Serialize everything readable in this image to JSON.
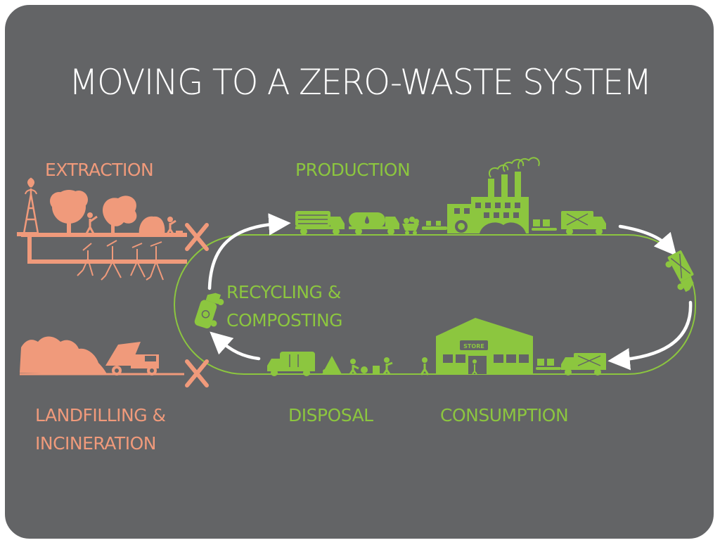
{
  "title": "MOVING TO A ZERO-WASTE SYSTEM",
  "colors": {
    "background": "#636466",
    "linear": "#f09a7b",
    "circular": "#8cc63f",
    "arrow": "#ffffff",
    "title": "#ffffff"
  },
  "stages": {
    "extraction": "EXTRACTION",
    "production": "PRODUCTION",
    "recycling": [
      "RECYCLING &",
      "COMPOSTING"
    ],
    "landfilling": [
      "LANDFILLING &",
      "INCINERATION"
    ],
    "disposal": "DISPOSAL",
    "consumption": "CONSUMPTION"
  },
  "store_sign": "STORE",
  "icons": {
    "extraction": [
      "oil-derrick-icon",
      "tree-icon",
      "person-cutting-icon",
      "cut-tree-icon",
      "rock-icon",
      "miner-icon",
      "roots-icon"
    ],
    "production": [
      "log-truck-icon",
      "tanker-truck-icon",
      "ore-cart-icon",
      "conveyor-icon",
      "factory-icon",
      "delivery-truck-icon"
    ],
    "consumption": [
      "store-icon",
      "shopper-icon",
      "delivery-truck-icon"
    ],
    "disposal": [
      "garbage-truck-icon",
      "waste-pile-icon",
      "people-sorting-icon"
    ],
    "recycling": [
      "recycling-truck-icon"
    ],
    "landfilling": [
      "landfill-icon",
      "dump-truck-icon"
    ],
    "blocked": "x-mark-icon"
  }
}
